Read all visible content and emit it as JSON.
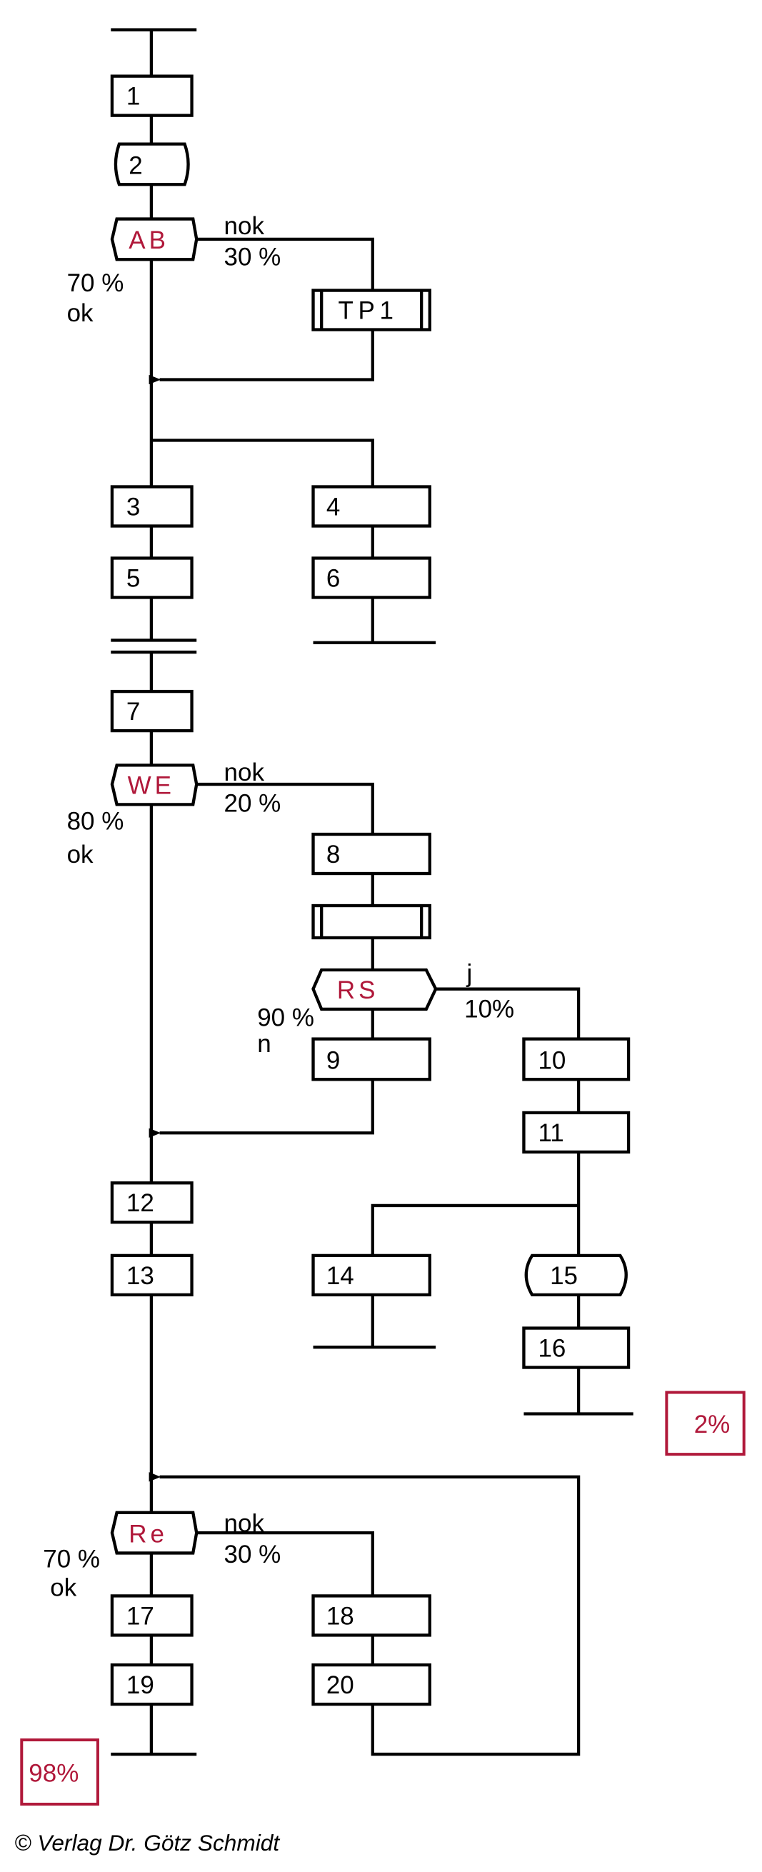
{
  "steps": {
    "s1": "1",
    "s2": "2",
    "s3": "3",
    "s4": "4",
    "s5": "5",
    "s6": "6",
    "s7": "7",
    "s8": "8",
    "s9": "9",
    "s10": "10",
    "s11": "11",
    "s12": "12",
    "s13": "13",
    "s14": "14",
    "s15": "15",
    "s16": "16",
    "s17": "17",
    "s18": "18",
    "s19": "19",
    "s20": "20",
    "tp1": "TP1"
  },
  "decisions": {
    "ab": {
      "label": "AB",
      "no": "nok",
      "no_pct": "30 %",
      "yes_pct": "70 %",
      "yes": "ok"
    },
    "we": {
      "label": "WE",
      "no": "nok",
      "no_pct": "20 %",
      "yes_pct": "80 %",
      "yes": "ok"
    },
    "rs": {
      "label": "RS",
      "yes": "j",
      "yes_pct": "10%",
      "no_pct": "90 %",
      "no": "n"
    },
    "re": {
      "label": "Re",
      "no": "nok",
      "no_pct": "30 %",
      "yes_pct": "70 %",
      "yes": "ok"
    }
  },
  "results": {
    "scrap": "2%",
    "good": "98%"
  },
  "colors": {
    "accent": "#b0183a"
  },
  "copyright": "© Verlag Dr. Götz Schmidt"
}
